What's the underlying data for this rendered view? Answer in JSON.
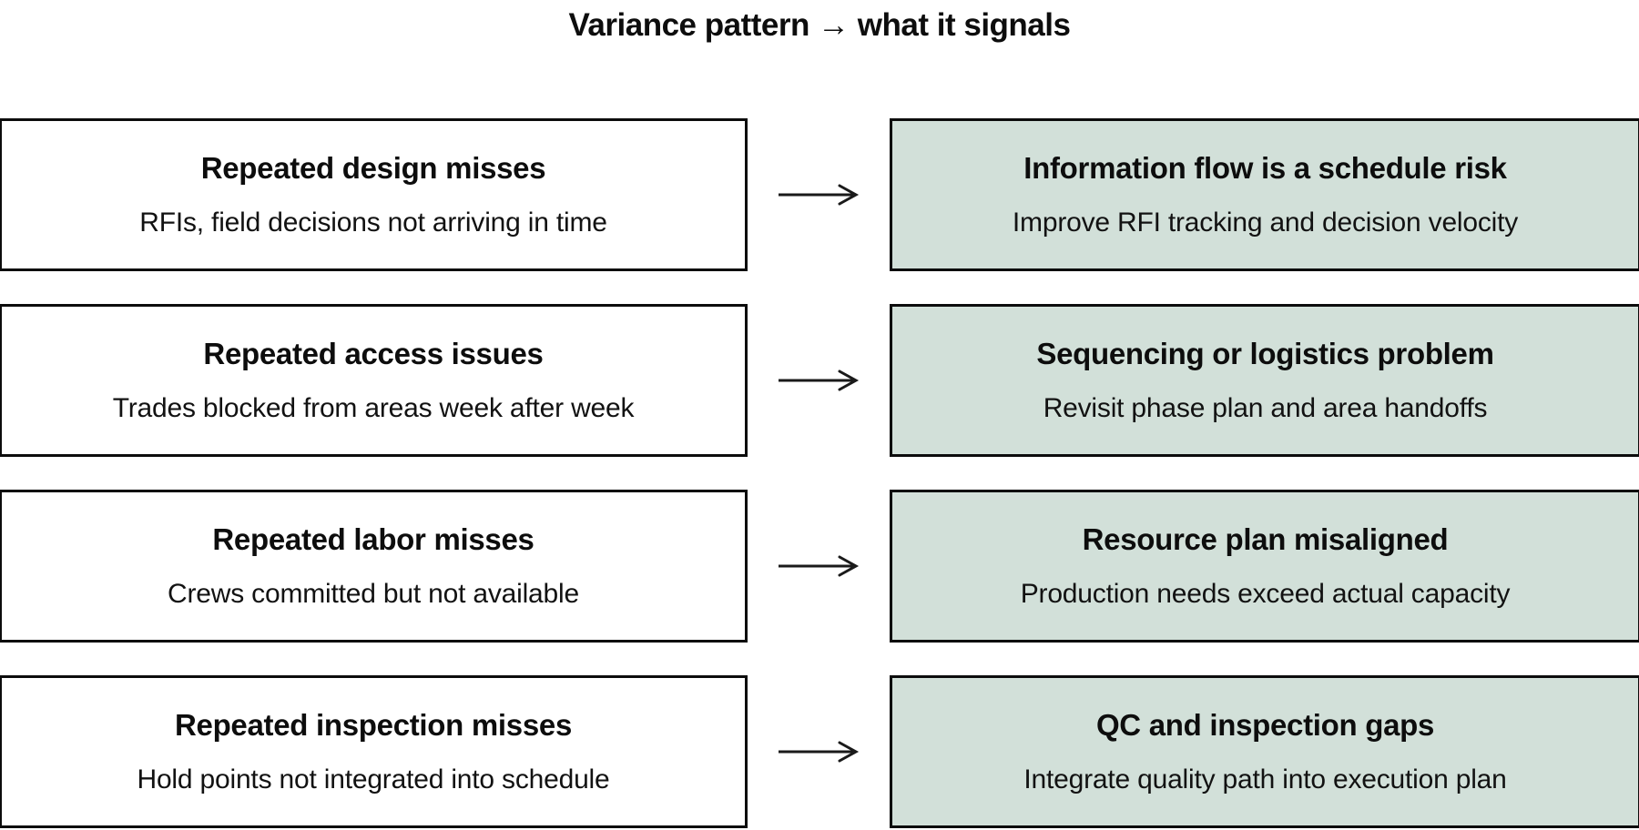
{
  "title": "Variance pattern → what it signals",
  "colors": {
    "signal_box_bg": "#d2e0d9",
    "box_border": "#0c0c0c",
    "text": "#0d0d0d",
    "background": "#ffffff"
  },
  "icons": {
    "flow_arrow": "right-arrow"
  },
  "rows": [
    {
      "pattern": {
        "heading": "Repeated design misses",
        "detail": "RFIs, field decisions not arriving in time"
      },
      "signal": {
        "heading": "Information flow is a schedule risk",
        "detail": "Improve RFI tracking and decision velocity"
      }
    },
    {
      "pattern": {
        "heading": "Repeated access issues",
        "detail": "Trades blocked from areas week after week"
      },
      "signal": {
        "heading": "Sequencing or logistics problem",
        "detail": "Revisit phase plan and area handoffs"
      }
    },
    {
      "pattern": {
        "heading": "Repeated labor misses",
        "detail": "Crews committed but not available"
      },
      "signal": {
        "heading": "Resource plan misaligned",
        "detail": "Production needs exceed actual capacity"
      }
    },
    {
      "pattern": {
        "heading": "Repeated inspection misses",
        "detail": "Hold points not integrated into schedule"
      },
      "signal": {
        "heading": "QC and inspection gaps",
        "detail": "Integrate quality path into execution plan"
      }
    }
  ]
}
